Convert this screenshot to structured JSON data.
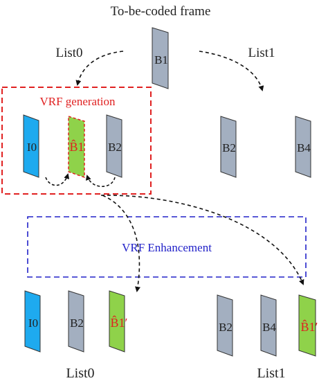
{
  "title": "To-be-coded frame",
  "list0_top_label": "List0",
  "list1_top_label": "List1",
  "vrf_generation_label": "VRF generation",
  "vrf_enhancement_label": "VRF Enhancement",
  "frames": {
    "top_b1": "B1",
    "gen_i0": "I0",
    "gen_b1hat": "B̂1",
    "gen_b2": "B2",
    "list1_b2": "B2",
    "list1_b4": "B4",
    "out0_i0": "I0",
    "out0_b2": "B2",
    "out0_b1prime": "B̂1′",
    "out1_b2": "B2",
    "out1_b4": "B4",
    "out1_b1prime": "B̂1′"
  },
  "list0_bottom_label": "List0",
  "list1_bottom_label": "List1",
  "colors": {
    "blue_frame": "#1eaaef",
    "gray_frame": "#a3afc0",
    "green_frame": "#8fd24a",
    "red": "#e02020",
    "blue_dash": "#2020c8",
    "text": "#222222"
  }
}
